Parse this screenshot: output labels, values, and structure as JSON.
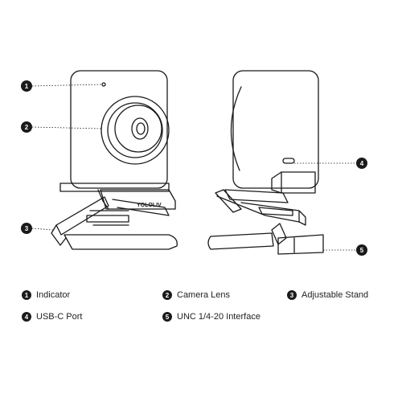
{
  "brand_text": "YOLOLIV",
  "callouts": [
    {
      "number": "1",
      "label": "Indicator"
    },
    {
      "number": "2",
      "label": "Camera Lens"
    },
    {
      "number": "3",
      "label": "Adjustable Stand"
    },
    {
      "number": "4",
      "label": "USB-C Port"
    },
    {
      "number": "5",
      "label": "UNC 1/4-20 Interface"
    }
  ],
  "colors": {
    "line": "#1a1a1a",
    "badge": "#1a1a1a",
    "badge_text": "#ffffff",
    "background": "#ffffff"
  }
}
